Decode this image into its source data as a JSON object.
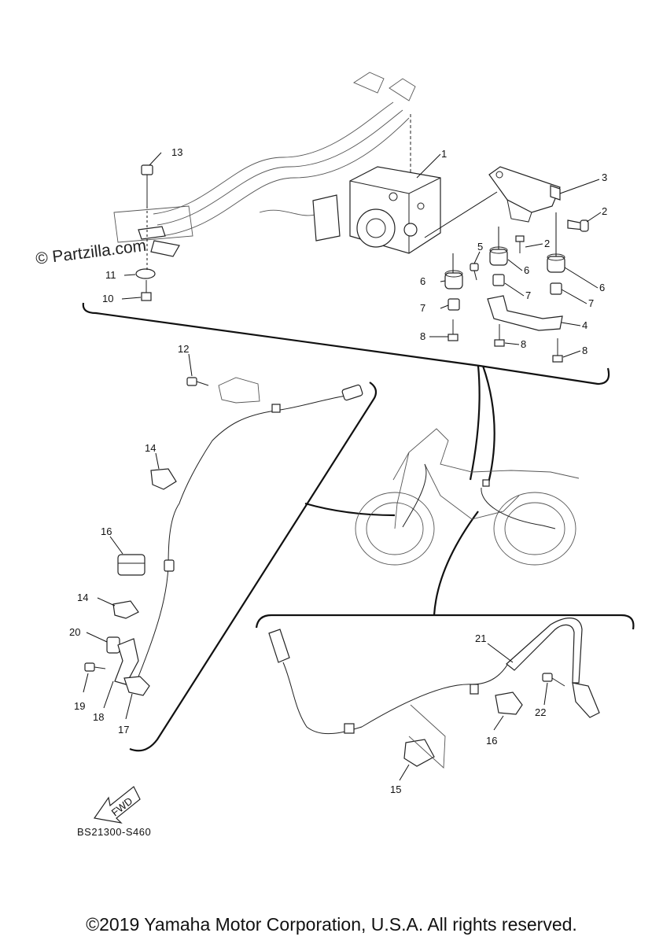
{
  "watermark": "© Partzilla.com",
  "diagram_code": "BS21300-S460",
  "copyright": "©2019 Yamaha Motor Corporation, U.S.A. All rights reserved.",
  "fwd_arrow": "FWD",
  "callouts": {
    "c1": "1",
    "c2a": "2",
    "c2b": "2",
    "c3": "3",
    "c4": "4",
    "c5": "5",
    "c6a": "6",
    "c6b": "6",
    "c6c": "6",
    "c7a": "7",
    "c7b": "7",
    "c7c": "7",
    "c8a": "8",
    "c8b": "8",
    "c8c": "8",
    "c10": "10",
    "c11": "11",
    "c12": "12",
    "c13": "13",
    "c14a": "14",
    "c14b": "14",
    "c15": "15",
    "c16a": "16",
    "c16b": "16",
    "c17": "17",
    "c18": "18",
    "c19": "19",
    "c20": "20",
    "c21": "21",
    "c22": "22"
  }
}
